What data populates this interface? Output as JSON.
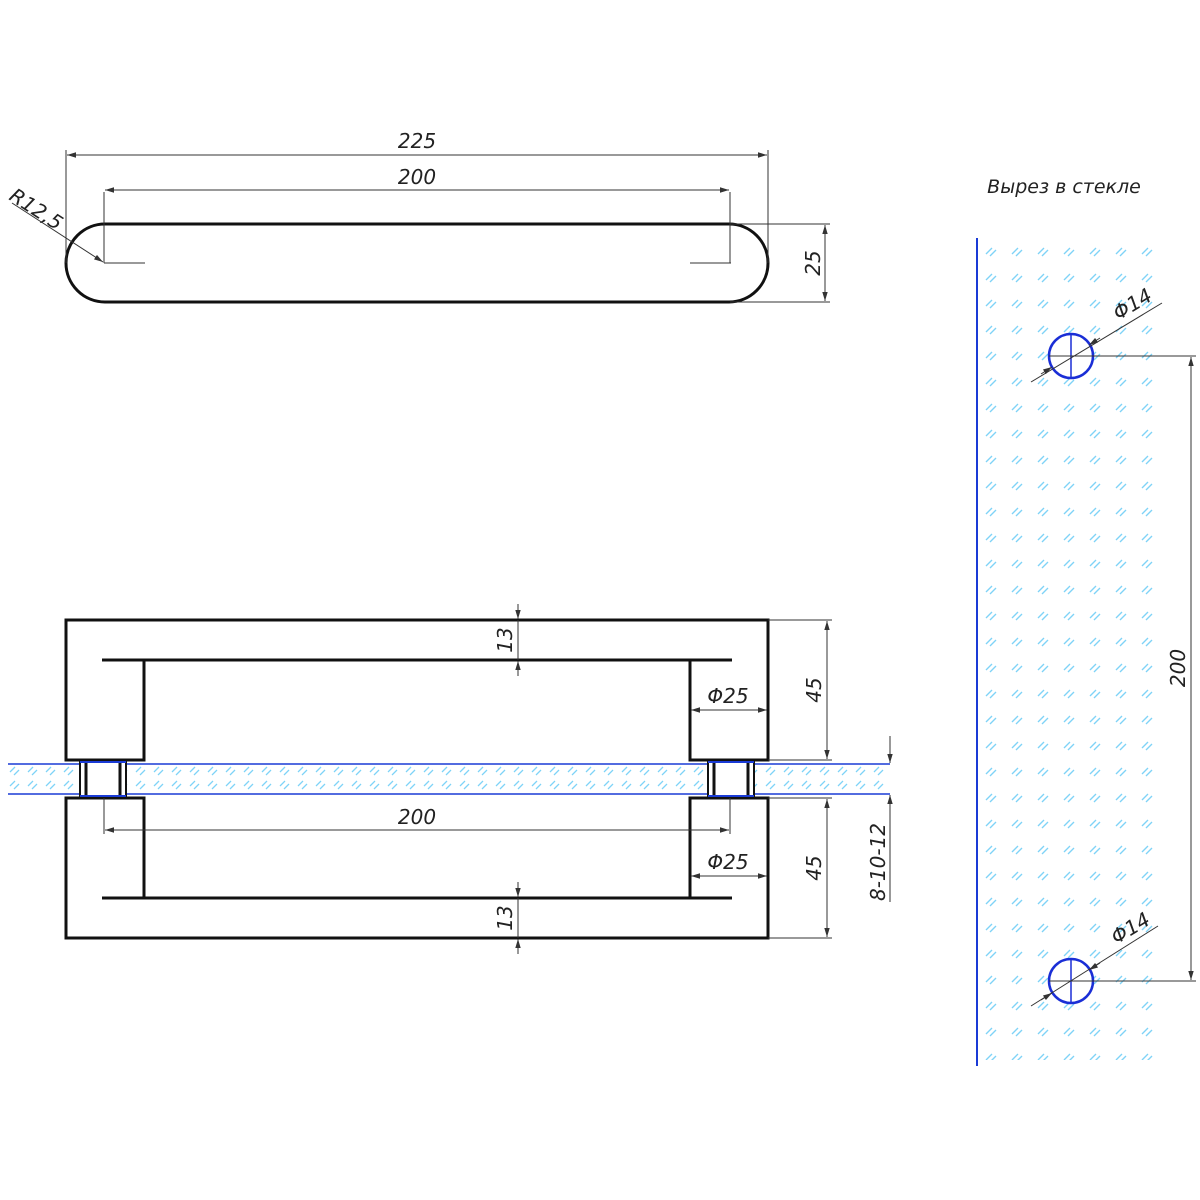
{
  "drawing": {
    "title": "Вырез в стекле",
    "colors": {
      "outline": "#111111",
      "dimension": "#333333",
      "glass_hatch": "#7fd3f7",
      "glass_edge": "#1a3bd6",
      "hole": "#1a2ed6"
    },
    "top_view": {
      "overall_length": "225",
      "center_distance": "200",
      "radius": "R12,5",
      "height": "25"
    },
    "side_view": {
      "center_distance": "200",
      "leg_height_top": "45",
      "leg_height_bottom": "45",
      "bar_thickness_top": "13",
      "bar_thickness_bottom": "13",
      "diameter_top": "Φ25",
      "diameter_bottom": "Φ25",
      "glass_thickness": "8-10-12"
    },
    "glass_cutout": {
      "hole_top": "Φ14",
      "hole_bottom": "Φ14",
      "hole_spacing": "200"
    }
  }
}
